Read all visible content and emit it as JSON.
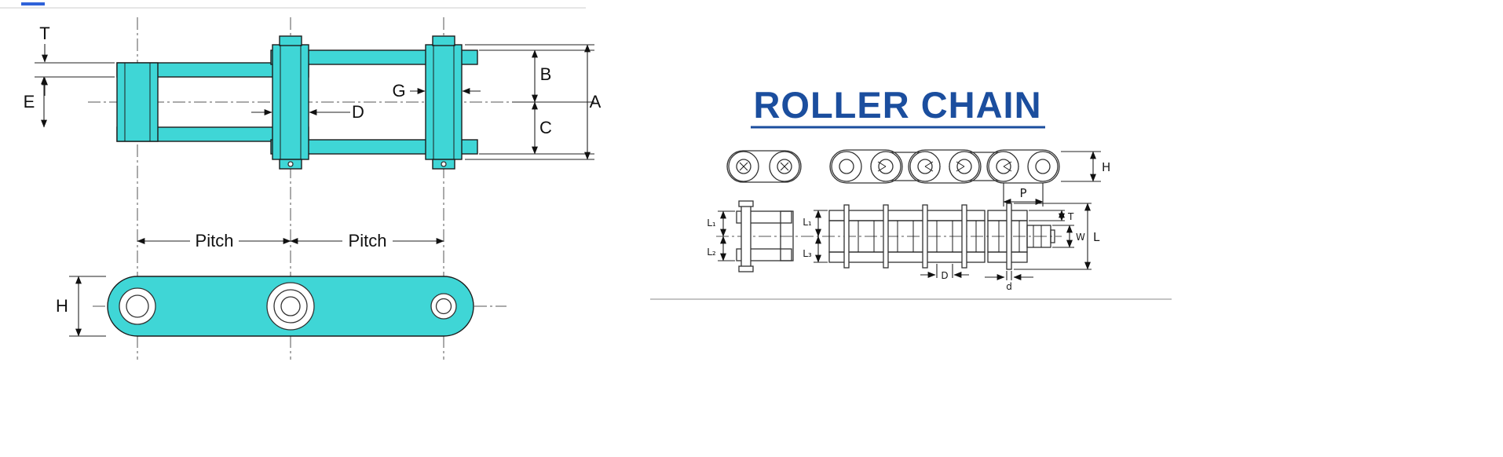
{
  "colors": {
    "chain_fill_teal": "#3FD6D6",
    "outline": "#1c1c1c",
    "title_blue": "#1B4E9E",
    "divider_gray": "#b0b0b0"
  },
  "left_diagram": {
    "dim_labels": {
      "T": "T",
      "E": "E",
      "B": "B",
      "A": "A",
      "C": "C",
      "D": "D",
      "G": "G",
      "H": "H"
    },
    "pitch_left": "Pitch",
    "pitch_right": "Pitch"
  },
  "right_diagram": {
    "title": "ROLLER CHAIN",
    "dim_labels": {
      "H": "H",
      "P": "P",
      "L1_connector": "L₁",
      "L2_connector": "L₂",
      "L1_chain": "L₁",
      "L3_chain": "L₃",
      "T": "T",
      "W": "W",
      "L": "L",
      "D": "D",
      "d": "d"
    }
  }
}
